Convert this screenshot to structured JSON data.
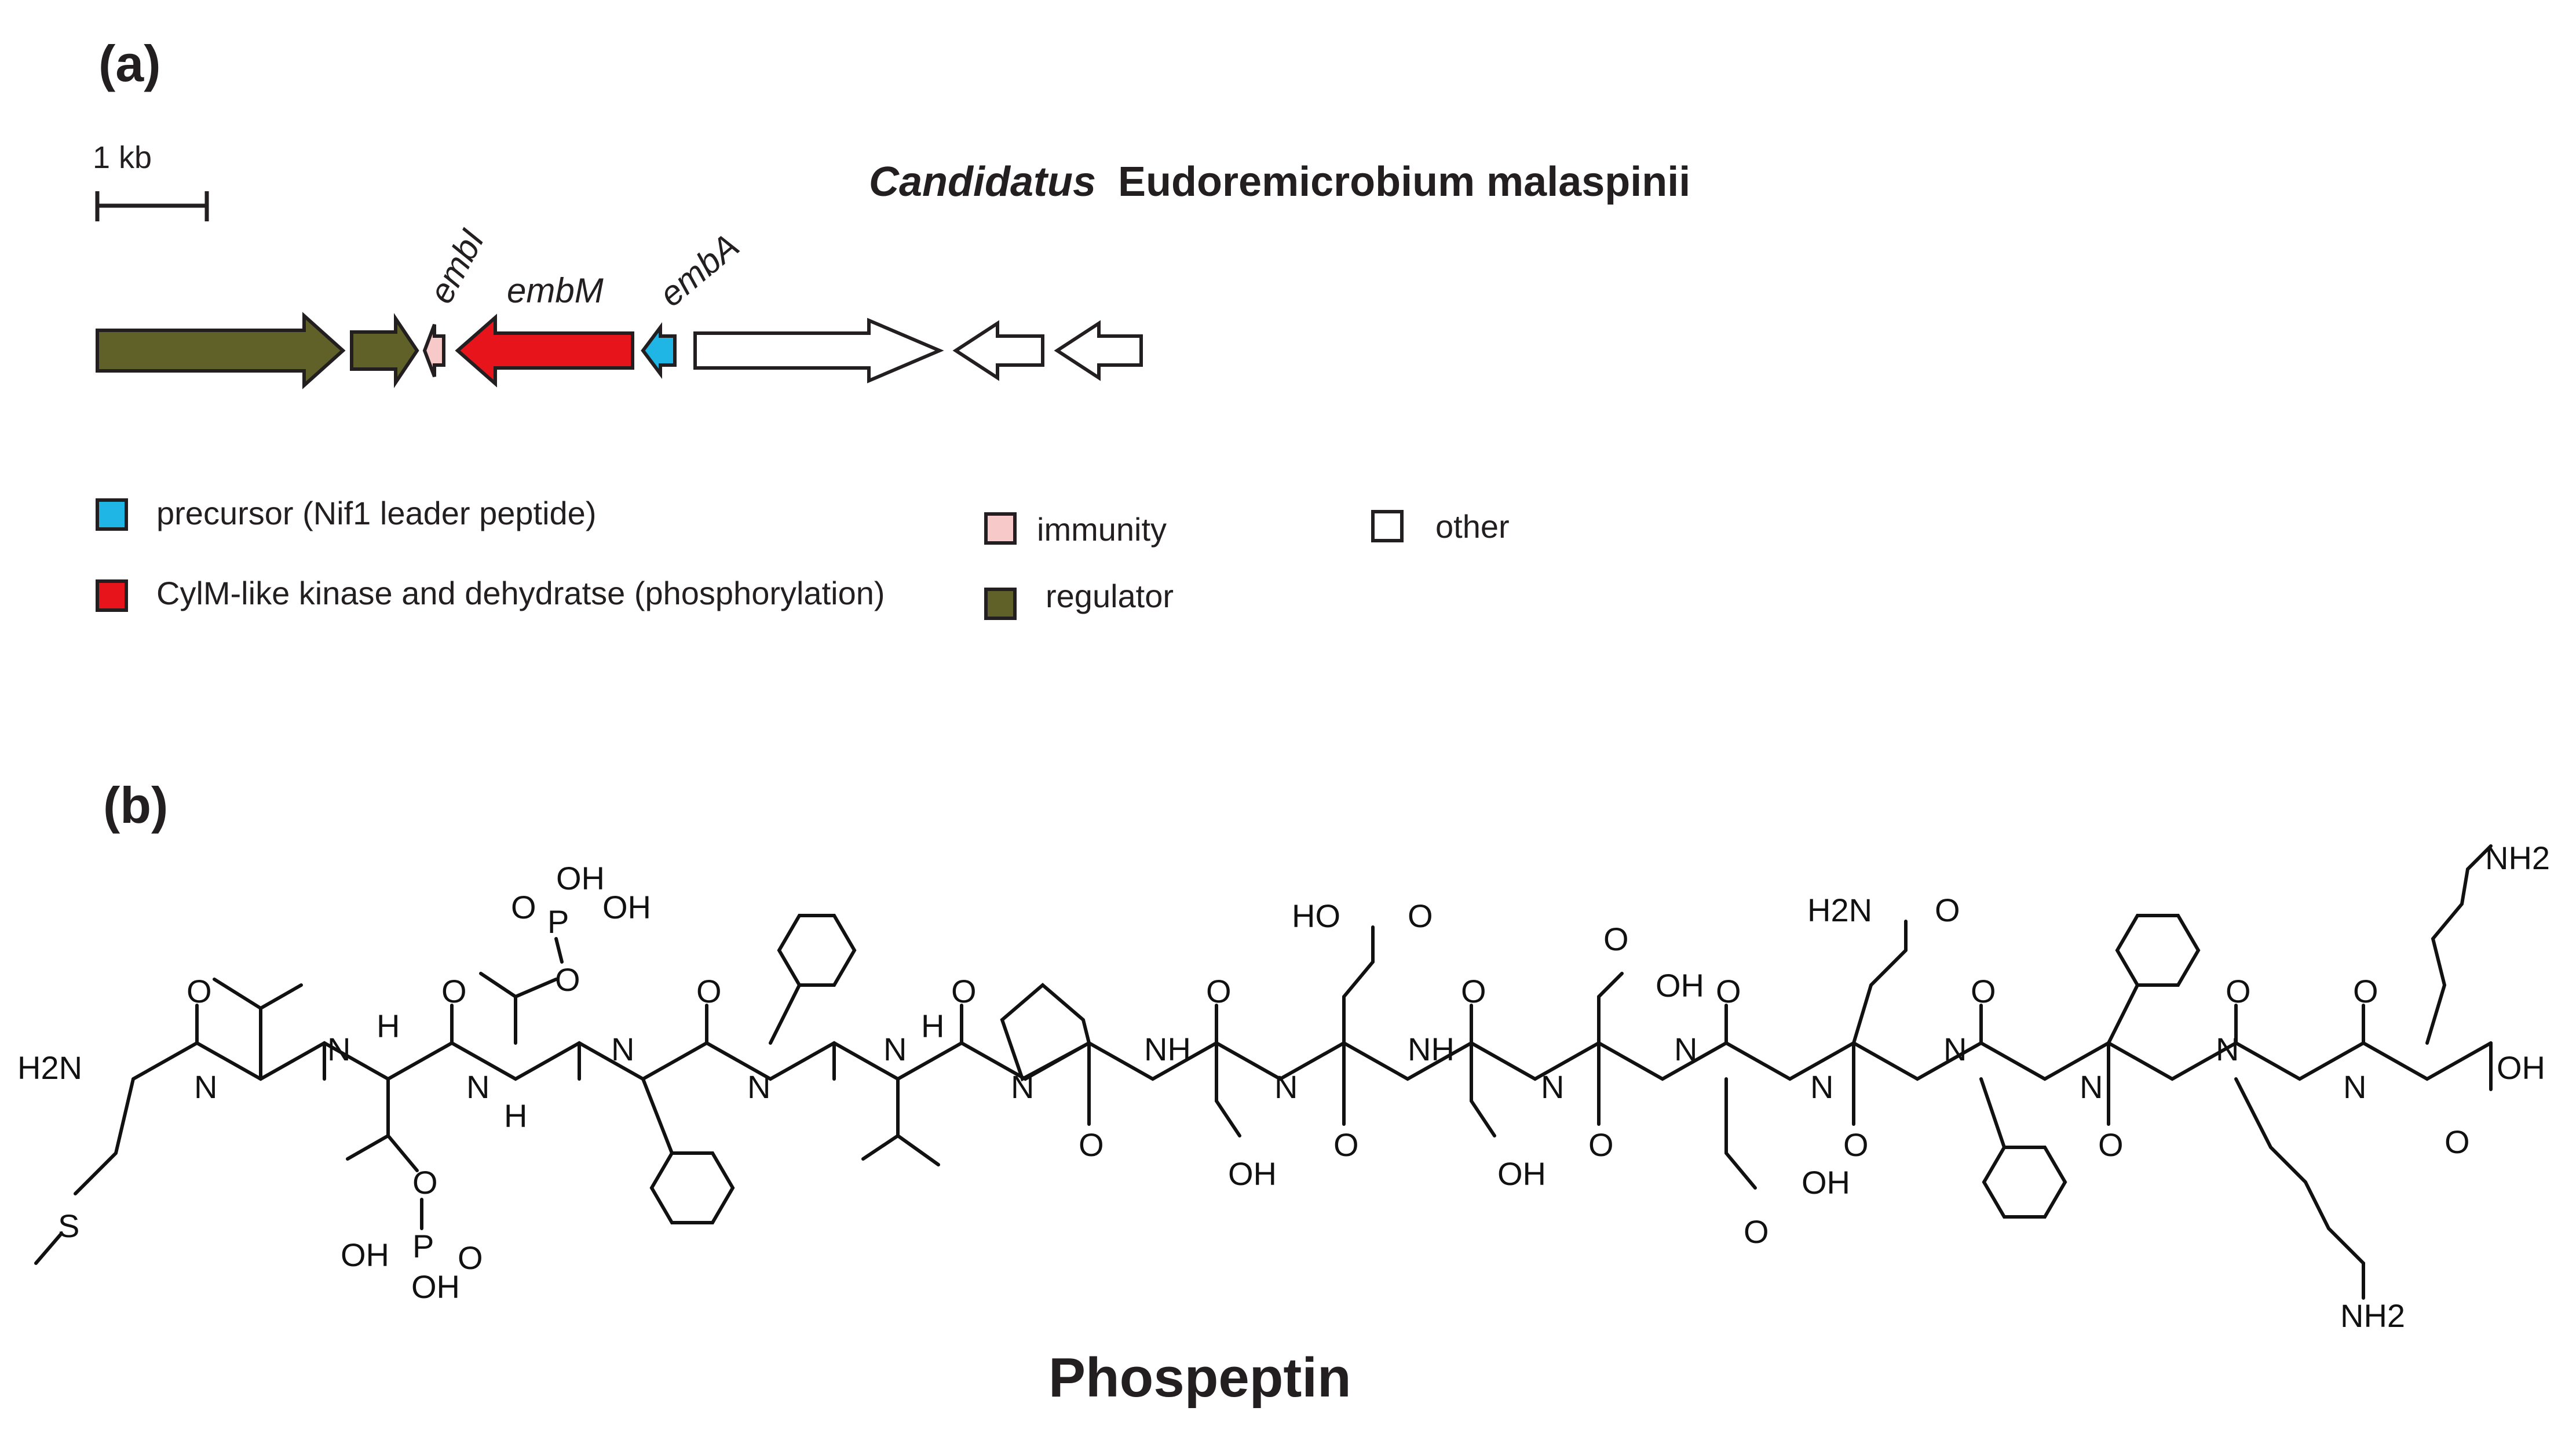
{
  "panel_a": {
    "label": "(a)",
    "scale_bar": {
      "label": "1 kb"
    },
    "organism": {
      "italic": "Candidatus",
      "rest": "Eudoremicrobium malaspinii"
    },
    "genes": [
      {
        "name": "",
        "role": "regulator",
        "direction": "forward"
      },
      {
        "name": "",
        "role": "regulator",
        "direction": "forward"
      },
      {
        "name": "embI",
        "role": "immunity",
        "direction": "reverse"
      },
      {
        "name": "embM",
        "role": "kinase",
        "direction": "reverse"
      },
      {
        "name": "embA",
        "role": "precursor",
        "direction": "reverse"
      },
      {
        "name": "",
        "role": "other",
        "direction": "forward"
      },
      {
        "name": "",
        "role": "other",
        "direction": "reverse"
      },
      {
        "name": "",
        "role": "other",
        "direction": "reverse"
      }
    ],
    "colors": {
      "precursor": "#1fb6e6",
      "kinase": "#e8141b",
      "immunity": "#f8c9c9",
      "regulator": "#5f6128",
      "other": "#ffffff"
    },
    "legend": {
      "precursor": "precursor (Nif1 leader peptide)",
      "kinase": "CylM-like kinase and dehydratse (phosphorylation)",
      "immunity": "immunity",
      "regulator": "regulator",
      "other": "other"
    }
  },
  "panel_b": {
    "label": "(b)",
    "title": "Phospeptin",
    "atoms": {
      "H2N": "H2N",
      "NH2": "NH2",
      "H2N_amide": "H2N",
      "S": "S",
      "N": "N",
      "H": "H",
      "NH": "NH",
      "O": "O",
      "OH": "OH",
      "HO": "HO",
      "P": "P"
    }
  }
}
